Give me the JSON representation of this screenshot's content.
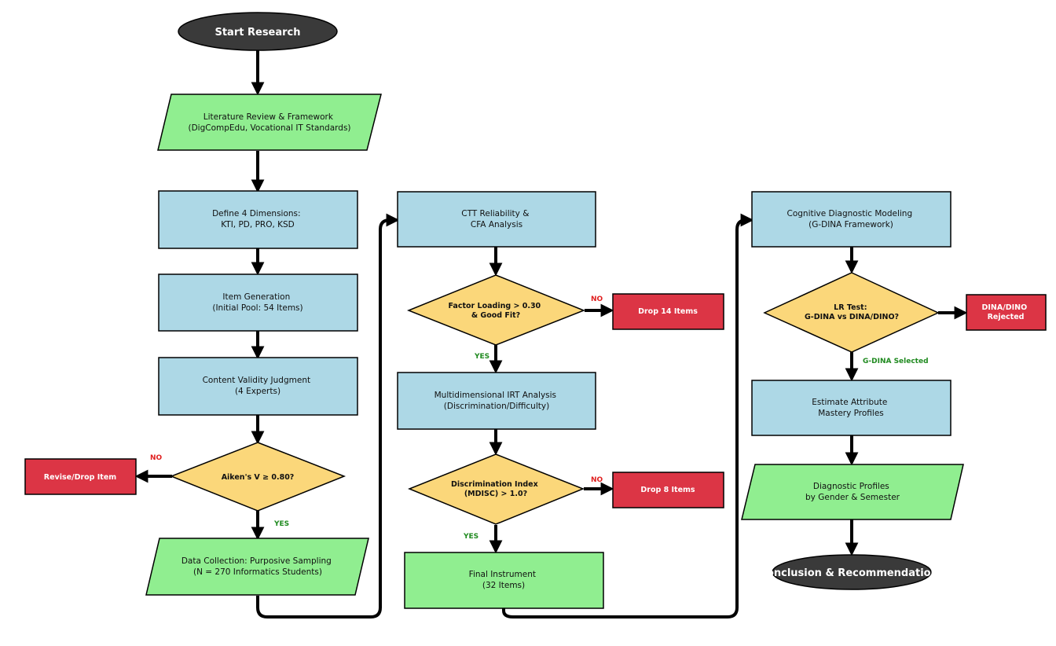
{
  "colors": {
    "terminal": "#3a3a3a",
    "parallelogram": "#90ee90",
    "process": "#add8e6",
    "decision": "#fbd77a",
    "reject": "#dc3545",
    "no_label": "#e02020",
    "yes_label": "#1f8a1f"
  },
  "nodes": {
    "start": {
      "lines": [
        "Start Research"
      ]
    },
    "literature": {
      "lines": [
        "Literature Review & Framework",
        "(DigCompEdu, Vocational IT Standards)"
      ]
    },
    "define_dims": {
      "lines": [
        "Define 4 Dimensions:",
        "KTI, PD, PRO, KSD"
      ]
    },
    "item_gen": {
      "lines": [
        "Item Generation",
        "(Initial Pool: 54 Items)"
      ]
    },
    "content_validity": {
      "lines": [
        "Content Validity Judgment",
        "(4 Experts)"
      ]
    },
    "aiken": {
      "lines": [
        "Aiken's V ≥ 0.80?"
      ]
    },
    "revise_drop": {
      "lines": [
        "Revise/Drop Item"
      ]
    },
    "data_collection": {
      "lines": [
        "Data Collection: Purposive Sampling",
        "(N = 270 Informatics Students)"
      ]
    },
    "ctt": {
      "lines": [
        "CTT Reliability &",
        "CFA Analysis"
      ]
    },
    "factor_loading": {
      "lines": [
        "Factor Loading > 0.30",
        "& Good Fit?"
      ]
    },
    "drop14": {
      "lines": [
        "Drop 14 Items"
      ]
    },
    "mirt": {
      "lines": [
        "Multidimensional IRT Analysis",
        "(Discrimination/Difficulty)"
      ]
    },
    "discrimination": {
      "lines": [
        "Discrimination Index",
        "(MDISC) > 1.0?"
      ]
    },
    "drop8": {
      "lines": [
        "Drop 8 Items"
      ]
    },
    "final_instrument": {
      "lines": [
        "Final Instrument",
        "(32 Items)"
      ]
    },
    "cdm": {
      "lines": [
        "Cognitive Diagnostic Modeling",
        "(G-DINA Framework)"
      ]
    },
    "lr_test": {
      "lines": [
        "LR Test:",
        "G-DINA vs DINA/DINO?"
      ]
    },
    "dina_rejected": {
      "lines": [
        "DINA/DINO",
        "Rejected"
      ]
    },
    "estimate": {
      "lines": [
        "Estimate Attribute",
        "Mastery Profiles"
      ]
    },
    "diagnostic_profiles": {
      "lines": [
        "Diagnostic Profiles",
        "by Gender & Semester"
      ]
    },
    "conclusion": {
      "lines": [
        "Conclusion & Recommendations"
      ]
    }
  },
  "edge_labels": {
    "aiken_no": "NO",
    "aiken_yes": "YES",
    "factor_no": "NO",
    "factor_yes": "YES",
    "discrimination_no": "NO",
    "discrimination_yes": "YES",
    "lr_selected": "G-DINA Selected"
  }
}
